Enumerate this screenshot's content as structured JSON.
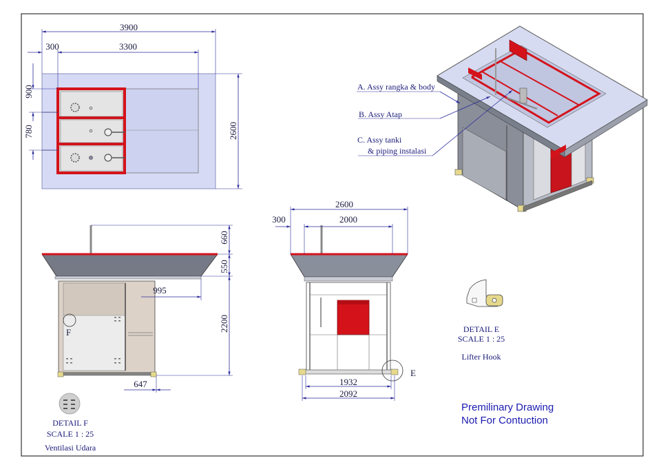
{
  "top_view": {
    "dim_overall_width": "3900",
    "dim_offset": "300",
    "dim_body_width": "3300",
    "dim_side_900": "900",
    "dim_side_780": "780",
    "dim_depth": "2600"
  },
  "iso_labels": {
    "label_a": "A. Assy rangka & body",
    "label_b": "B. Assy Atap",
    "label_c1": "C. Assy tanki",
    "label_c2": "& piping instalasi"
  },
  "side_view": {
    "dim_660": "660",
    "dim_550": "550",
    "dim_995": "995",
    "dim_2200": "2200",
    "dim_647": "647",
    "callout_f": "F"
  },
  "front_view": {
    "dim_2600": "2600",
    "dim_300": "300",
    "dim_2000": "2000",
    "dim_1932": "1932",
    "dim_2092": "2092",
    "callout_e": "E"
  },
  "detail_e": {
    "title": "DETAIL E",
    "scale": "SCALE 1 : 25",
    "caption": "Lifter Hook"
  },
  "detail_f": {
    "title": "DETAIL F",
    "scale": "SCALE 1 : 25",
    "caption": "Ventilasi Udara"
  },
  "notes": {
    "line1": "Premilinary Drawing",
    "line2": "Not For Contuction"
  },
  "colors": {
    "frame_red": "#d4121a",
    "roof_grey": "#6e7380",
    "panel_blue": "#cfd3ee",
    "dim_blue": "#2a2a9a"
  }
}
